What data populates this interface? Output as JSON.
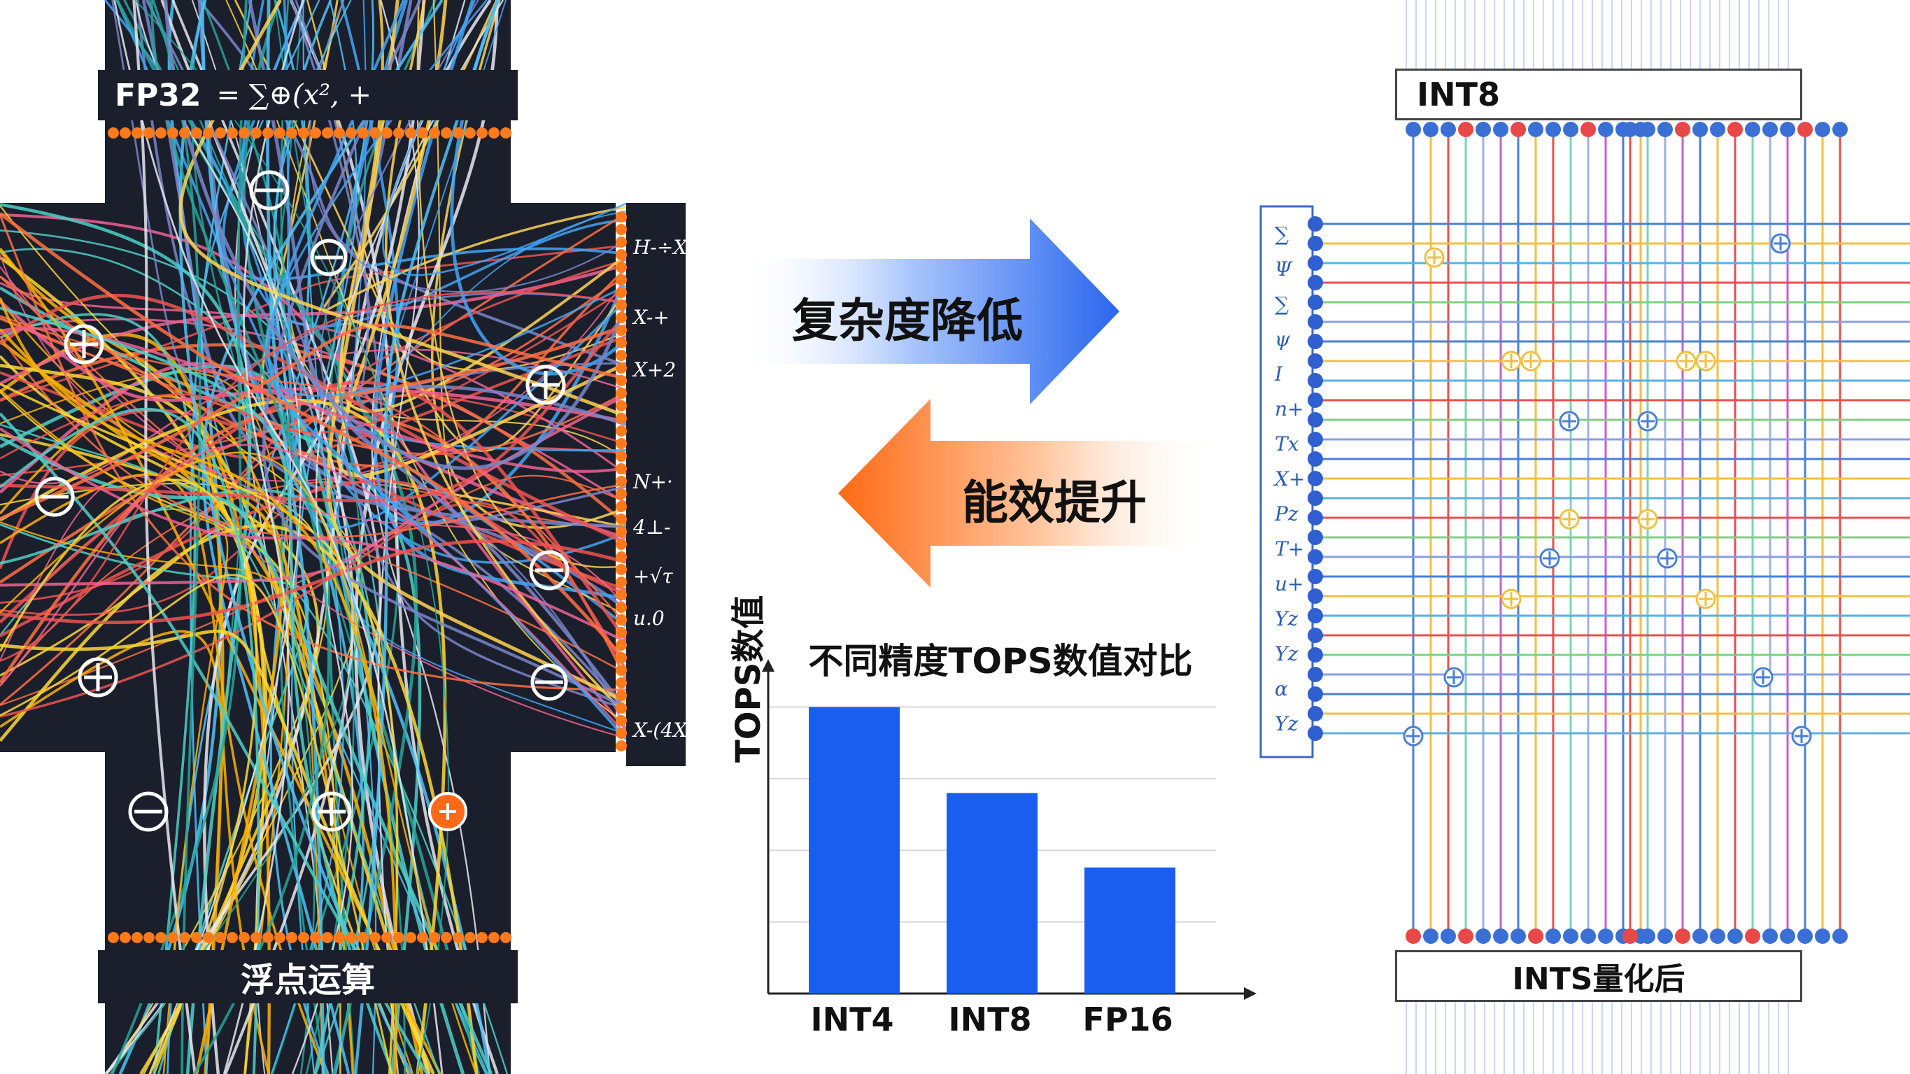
{
  "labels": {
    "fp32": "FP32",
    "fp32_formula": "= ∑⊕(x²,  + ",
    "float_ops": "浮点运算",
    "int8_top": "INT8",
    "int8_bottom": "INTS量化后",
    "arrow_right": "复杂度降低",
    "arrow_left": "能效提升"
  },
  "right_edge_labels": [
    "H-÷X",
    "X-+",
    "X+2",
    "N+·",
    "4⊥-",
    "+√τ",
    "u.0",
    "X-(4X"
  ],
  "left_panel_labels": [
    "∑",
    "Ψ",
    "∑",
    "ψ",
    "I",
    "n+",
    "Tx",
    "X+",
    "Pz",
    "T+",
    "u+",
    "Yz",
    "Yz",
    "α",
    "Yz"
  ],
  "chart_data": {
    "type": "bar",
    "title": "不同精度TOPS数值对比",
    "ylabel": "TOPS数值",
    "xlabel": "",
    "categories": [
      "INT4",
      "INT8",
      "FP16"
    ],
    "values": [
      100,
      70,
      44
    ],
    "ylim": [
      0,
      105
    ],
    "colors": {
      "bar": "#1a5ef0",
      "grid": "#d8d8d8",
      "axis": "#222222"
    }
  },
  "colors": {
    "dark_bg": "#1b1f2c",
    "orange_dot": "#ff7a1a",
    "arrow_blue": "#2f6cf0",
    "arrow_orange": "#ff6a1a"
  }
}
